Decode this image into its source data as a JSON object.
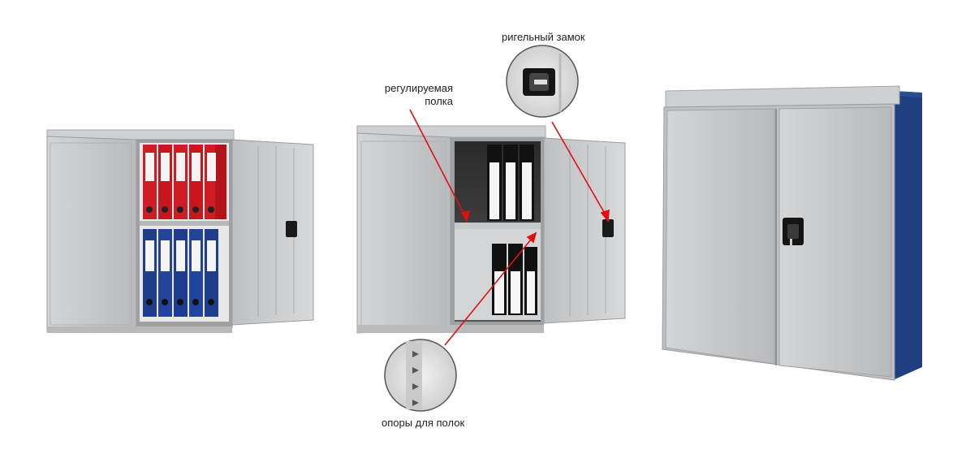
{
  "annotations": {
    "shelf_label_line1": "регулируемая",
    "shelf_label_line2": "полка",
    "lock_label": "ригельный замок",
    "supports_label": "опоры для полок"
  },
  "colors": {
    "cabinet_gray": "#c9cacc",
    "cabinet_dark": "#a6a7a9",
    "side_blue": "#1f3f80",
    "binder_red": "#d01c24",
    "binder_blue": "#1f3d8f",
    "arrow_red": "#e01010"
  }
}
